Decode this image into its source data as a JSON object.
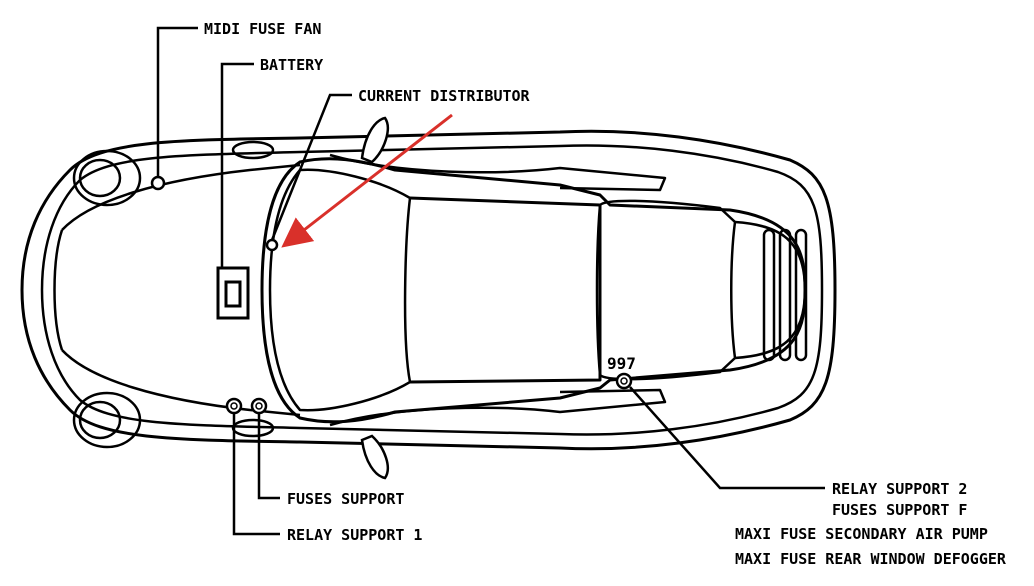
{
  "labels": {
    "midi_fuse_fan": "MIDI FUSE FAN",
    "battery": "BATTERY",
    "current_distributor": "CURRENT DISTRIBUTOR",
    "model": "997",
    "fuses_support": "FUSES SUPPORT",
    "relay_support_1": "RELAY SUPPORT 1",
    "relay_support_2": "RELAY SUPPORT 2",
    "fuses_support_f": "FUSES SUPPORT F",
    "maxi_fuse_air_pump": "MAXI FUSE SECONDARY AIR PUMP",
    "maxi_fuse_defogger": "MAXI FUSE REAR WINDOW DEFOGGER"
  },
  "colors": {
    "line": "#000000",
    "arrow": "#d9302a",
    "background": "#ffffff"
  }
}
